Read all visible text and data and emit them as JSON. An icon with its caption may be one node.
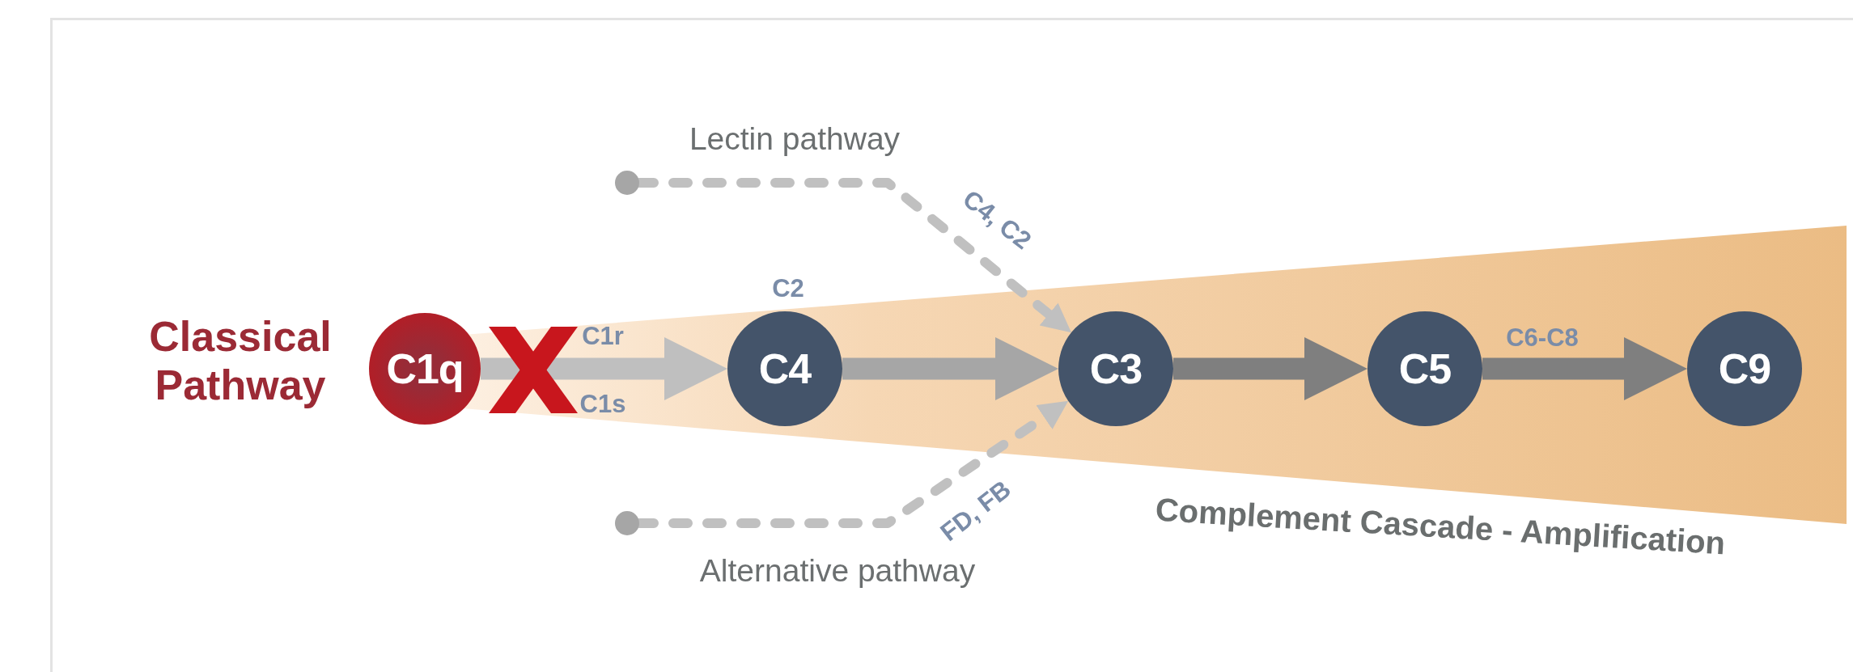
{
  "diagram": {
    "nodes": [
      {
        "text": [
          "C1q"
        ],
        "beside": [
          "Classical Pathway"
        ]
      },
      {
        "text": [
          "C4"
        ],
        "beside": [
          "C2"
        ]
      },
      {
        "text": [
          "C3"
        ]
      },
      {
        "text": [
          "C5"
        ]
      },
      {
        "text": [
          "C9"
        ]
      },
      {
        "text": [],
        "shape": "circle",
        "beside": [
          "Lectin pathway"
        ]
      },
      {
        "text": [],
        "shape": "circle",
        "beside": [
          "Alternative pathway"
        ]
      }
    ],
    "edges": [
      {
        "from": 0,
        "to": 1,
        "arrow": "to",
        "color": "#bfbfbf"
      },
      {
        "from": 1,
        "to": 2,
        "arrow": "to",
        "color": "#a6a6a6"
      },
      {
        "from": 2,
        "to": 3,
        "arrow": "to",
        "color": "#7f7f7f"
      },
      {
        "from": 3,
        "to": 4,
        "arrow": "to",
        "color": "#7f7f7f",
        "label": "C6-C8"
      },
      {
        "from": 5,
        "to": 2,
        "arrow": "to",
        "style": "dashed",
        "color": "#c0c0c0",
        "label": "C4, C2"
      },
      {
        "from": 6,
        "to": 2,
        "arrow": "to",
        "style": "dashed",
        "color": "#c0c0c0",
        "label": "FD, FB"
      }
    ],
    "labels": [
      "C1r",
      "C1s",
      "Complement Cascade - Amplification"
    ]
  }
}
